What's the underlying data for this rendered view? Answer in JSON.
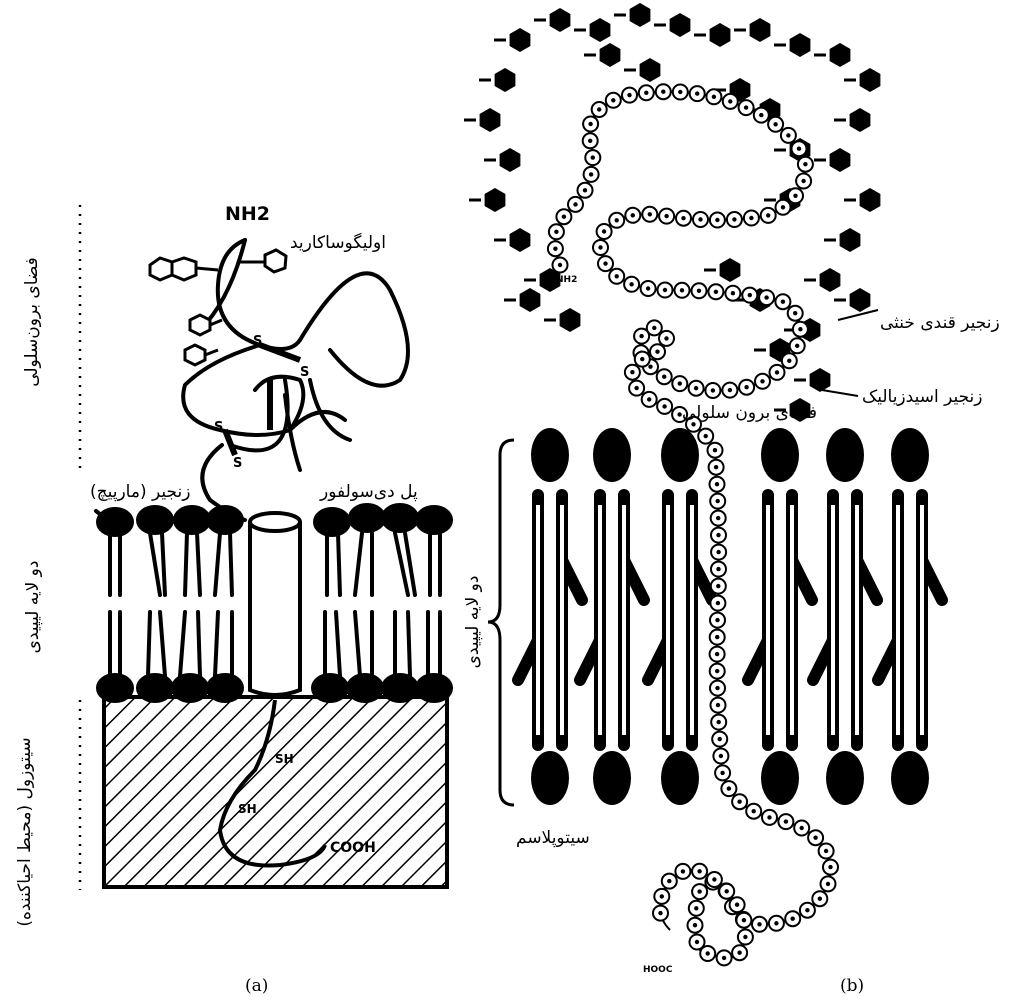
{
  "panel_a": {
    "caption": "(a)",
    "nh2": "NH2",
    "cooh": "COOH",
    "sh": "SH",
    "s": "S",
    "oligosaccharide": "اولیگوساکارید",
    "disulfide_bridge": "پل دی‌سولفور",
    "helix_chain": "زنجیر (مارپیچ)",
    "extracellular_space": "فضای برون‌سلولی",
    "lipid_bilayer": "دو لایه لیپیدی",
    "cytosol": "سیتوزول (محیط احیاکننده)"
  },
  "panel_b": {
    "caption": "(b)",
    "sugar_chain": "زنجیر قندی خنثی",
    "sialic_chain": "زنجیر اسیدزیالیک",
    "extracellular_space": "فضای برون سلولی",
    "lipid_bilayer": "دو لایه لیپیدی",
    "cytoplasm": "سیتوپلاسم",
    "nh2": "NH2",
    "cooh": "HOOC"
  }
}
